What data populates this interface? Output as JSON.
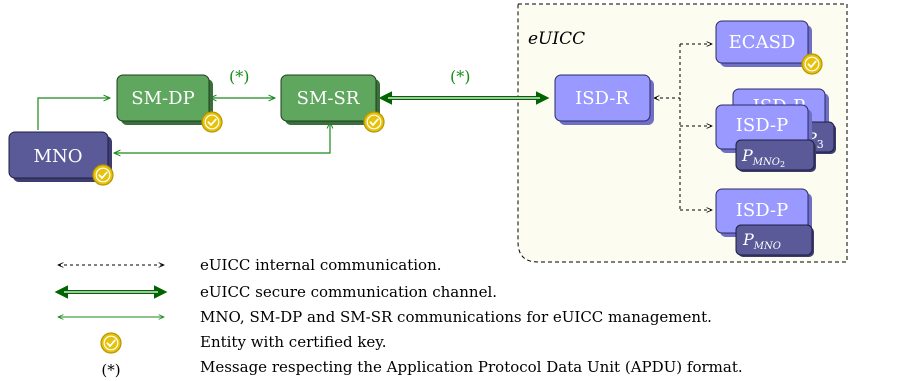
{
  "diagram": {
    "euicc_title": "eUICC",
    "star_label": "(*)",
    "nodes": {
      "mno": "MNO",
      "smdp": "SM-DP",
      "smsr": "SM-SR",
      "isdr": "ISD-R",
      "ecasd": "ECASD",
      "isdp_back": "ISD-P",
      "isdp_mid": "ISD-P",
      "isdp_bottom": "ISD-P"
    },
    "tags": {
      "p3": "P",
      "p3_sub": "3",
      "p2": "P",
      "p2_sub": "MNO",
      "p2_subsub": "2",
      "p1": "P",
      "p1_sub": "MNO"
    }
  },
  "legend": {
    "internal": "eUICC internal communication.",
    "secure": "eUICC secure communication channel.",
    "mgmt": "MNO, SM-DP and SM-SR communications for eUICC management.",
    "certified": "Entity with certified key.",
    "apdu_symbol": "(*)",
    "apdu": "Message respecting the Application Protocol Data Unit (APDU) format."
  },
  "colors": {
    "green_node": "#5fa65f",
    "purple_node": "#9999ff",
    "dark_purple_node": "#5a5a99",
    "green_line": "#1a8a1a",
    "secure_line": "#006400",
    "euicc_bg": "#fcfcf0",
    "badge": "#e6c20a"
  }
}
